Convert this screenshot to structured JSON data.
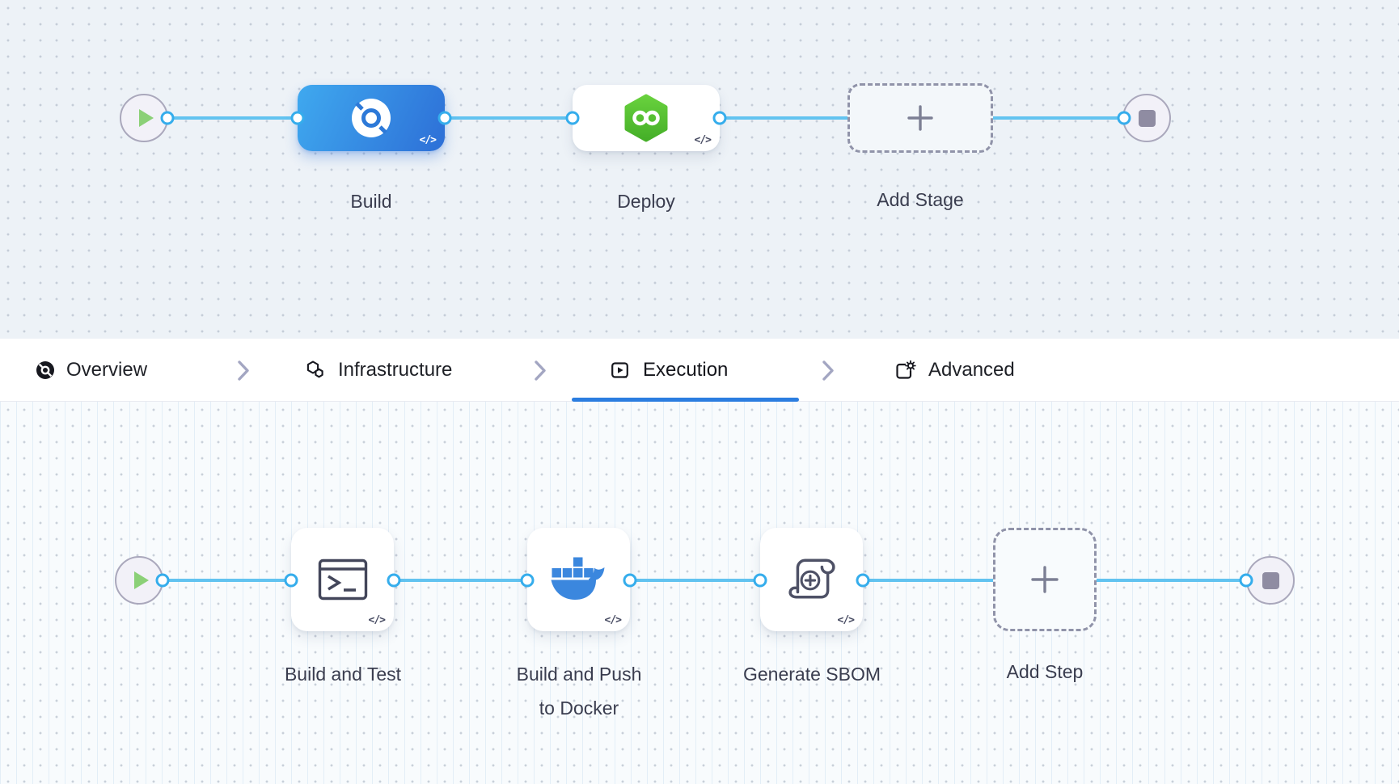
{
  "stage_pipeline": {
    "start_node": "pipeline-start",
    "end_node": "pipeline-end",
    "stages": [
      {
        "label": "Build",
        "icon": "ci-build-icon",
        "code_glyph": "</>"
      },
      {
        "label": "Deploy",
        "icon": "cd-deploy-icon",
        "code_glyph": "</>"
      },
      {
        "label": "Add Stage",
        "icon": "plus-icon"
      }
    ]
  },
  "tab_bar": {
    "separator_icon": "chevron-right-icon",
    "active_underline_color": "#2b7de0",
    "tabs": [
      {
        "label": "Overview",
        "icon": "overview-icon",
        "active": false
      },
      {
        "label": "Infrastructure",
        "icon": "infrastructure-icon",
        "active": false
      },
      {
        "label": "Execution",
        "icon": "execution-icon",
        "active": true
      },
      {
        "label": "Advanced",
        "icon": "advanced-icon",
        "active": false
      }
    ]
  },
  "step_pipeline": {
    "start_node": "execution-start",
    "end_node": "execution-end",
    "steps": [
      {
        "label": "Build and Test",
        "icon": "terminal-icon",
        "code_glyph": "</>"
      },
      {
        "label": "Build and Push",
        "label_line2": "to Docker",
        "icon": "docker-icon",
        "code_glyph": "</>"
      },
      {
        "label": "Generate SBOM",
        "icon": "sbom-scroll-icon",
        "code_glyph": "</>"
      },
      {
        "label": "Add Step",
        "icon": "plus-icon"
      }
    ]
  },
  "colors": {
    "connector_line": "#62c3f0",
    "connector_port_ring": "#35adec",
    "build_gradient_start": "#3fa9ef",
    "build_gradient_end": "#2d6fd7",
    "deploy_green_start": "#68d13d",
    "deploy_green_end": "#45af28",
    "docker_blue": "#3b87de",
    "play_green": "#8bd077",
    "stop_gray": "#8f8ca2",
    "canvas_top_bg": "#edf2f7",
    "canvas_bottom_bg": "#f8fbfd",
    "active_tab_underline": "#2b7de0"
  }
}
